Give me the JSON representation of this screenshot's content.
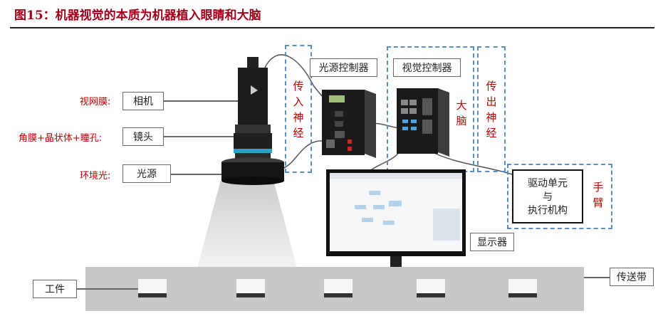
{
  "figure": {
    "title": "图15：机器视觉的本质为机器植入眼睛和大脑",
    "left_labels": {
      "retina": "视网膜:",
      "cornea_lens_pupil": "角膜+晶状体+瞳孔:",
      "ambient_light": "环境光:"
    },
    "component_boxes": {
      "camera": "相机",
      "lens": "镜头",
      "light_source": "光源",
      "light_controller": "光源控制器",
      "vision_controller": "视觉控制器",
      "display": "显示器",
      "workpiece": "工件",
      "conveyor": "传送带"
    },
    "analogy_labels": {
      "afferent_nerve": "传入神经",
      "brain": "大脑",
      "efferent_nerve": "传出神经",
      "arm": "手臂"
    },
    "actuator_box": [
      "驱动单元",
      "与",
      "执行机构"
    ]
  },
  "colors": {
    "title": "#a0001a",
    "label_red": "#c00000",
    "dash_blue": "#5b8fbf"
  }
}
